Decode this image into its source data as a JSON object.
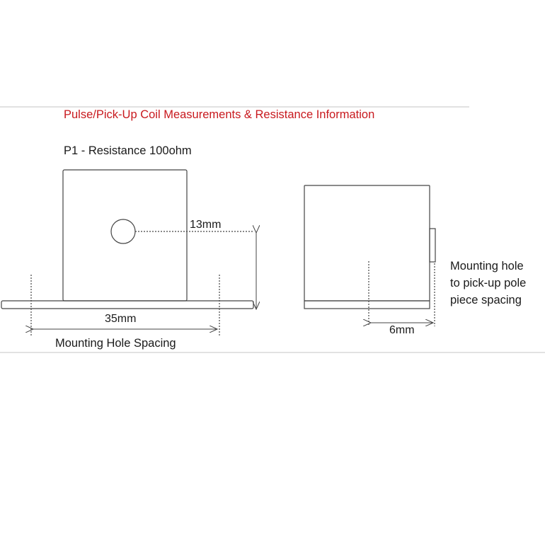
{
  "title": "Pulse/Pick-Up Coil Measurements & Resistance Information",
  "resistance_label": "P1 - Resistance  100ohm",
  "dimensions": {
    "height": "13mm",
    "width": "35mm",
    "width_caption": "Mounting Hole Spacing",
    "offset": "6mm"
  },
  "side_note": {
    "line1": "Mounting hole",
    "line2": "to pick-up pole",
    "line3": "piece spacing"
  },
  "colors": {
    "title": "#c8191e",
    "line": "#444444",
    "rule": "#d0d0d0"
  }
}
